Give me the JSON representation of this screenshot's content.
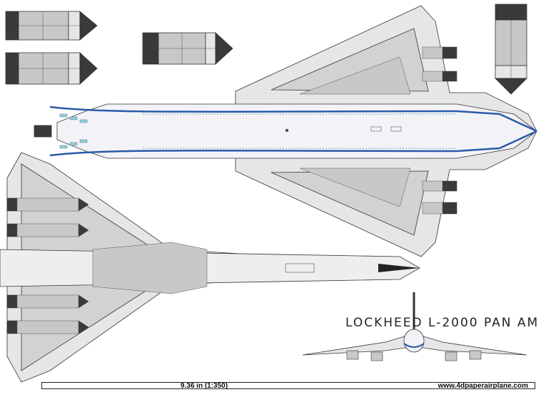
{
  "title": "LOCKHEED  L-2000 PAN AM",
  "footer": {
    "scale": "9.36 in (1:350)",
    "site": "www.4dpaperairplane.com"
  },
  "colors": {
    "outline": "#333333",
    "panel_light": "#e6e6e6",
    "panel_mid": "#c8c8c8",
    "panel_dark": "#3a3a3a",
    "fuselage": "#f3f3f7",
    "stripe_blue": "#2a5aa8",
    "window_cyan": "#8fd0e0"
  }
}
